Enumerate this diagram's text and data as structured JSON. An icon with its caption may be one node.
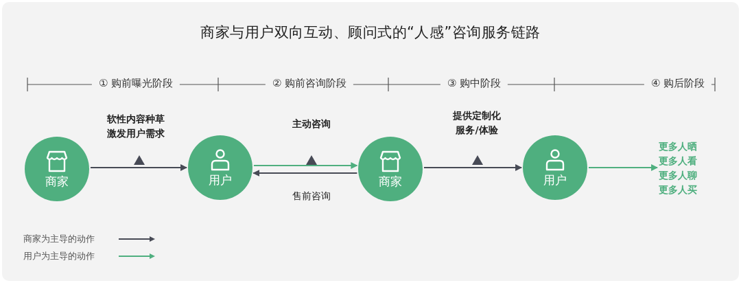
{
  "diagram": {
    "title": "商家与用户双向互动、顾问式的“人感”咨询服务链路",
    "nodes": [
      {
        "text": [
          "商家"
        ]
      },
      {
        "text": [
          "用户"
        ]
      },
      {
        "text": [
          "商家"
        ]
      },
      {
        "text": [
          "用户"
        ]
      },
      {
        "text": [
          "更多人晒",
          "更多人看",
          "更多人聊",
          "更多人买"
        ]
      }
    ],
    "edges": [
      {
        "from": 0,
        "to": 1,
        "arrow": "to",
        "label": "软性内容种草激发用户需求"
      },
      {
        "from": 1,
        "to": 2,
        "arrow": "to",
        "label": "主动咨询",
        "color": "#4faf7f"
      },
      {
        "from": 2,
        "to": 1,
        "arrow": "to",
        "label": "售前咨询"
      },
      {
        "from": 2,
        "to": 3,
        "arrow": "to",
        "label": "提供定制化服务/体验"
      },
      {
        "from": 3,
        "to": 4,
        "arrow": "to",
        "color": "#4faf7f"
      }
    ],
    "labels": [
      "① 购前曝光阶段",
      "② 购前咨询阶段",
      "③ 购中阶段",
      "④ 购后阶段"
    ],
    "legend": [
      {
        "text": "商家为主导的动作",
        "color": "#474a55"
      },
      {
        "text": "用户为主导的动作",
        "color": "#4faf7f"
      }
    ]
  }
}
